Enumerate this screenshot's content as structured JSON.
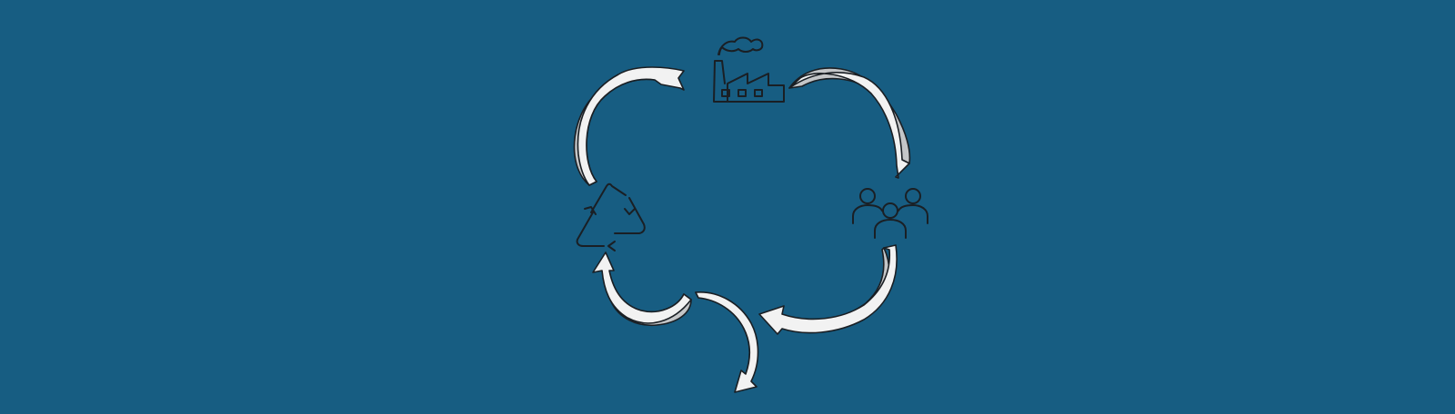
{
  "diagram": {
    "type": "circular-economy-cycle",
    "background_color": "#175d82",
    "arrow_fill": "#f2f2f2",
    "arrow_shade": "#c4c6c8",
    "outline_color": "#1a1f24",
    "nodes": [
      {
        "id": "production",
        "icon": "factory-icon"
      },
      {
        "id": "consumption",
        "icon": "people-group-icon"
      },
      {
        "id": "recycling",
        "icon": "recycle-triangle-icon"
      }
    ],
    "arrows": [
      {
        "from": "recycling",
        "to": "production"
      },
      {
        "from": "production",
        "to": "consumption"
      },
      {
        "from": "consumption",
        "to": "waste-branch"
      },
      {
        "from": "waste-branch",
        "to": "recycling"
      },
      {
        "from": "waste-branch",
        "to": "exit"
      }
    ]
  }
}
